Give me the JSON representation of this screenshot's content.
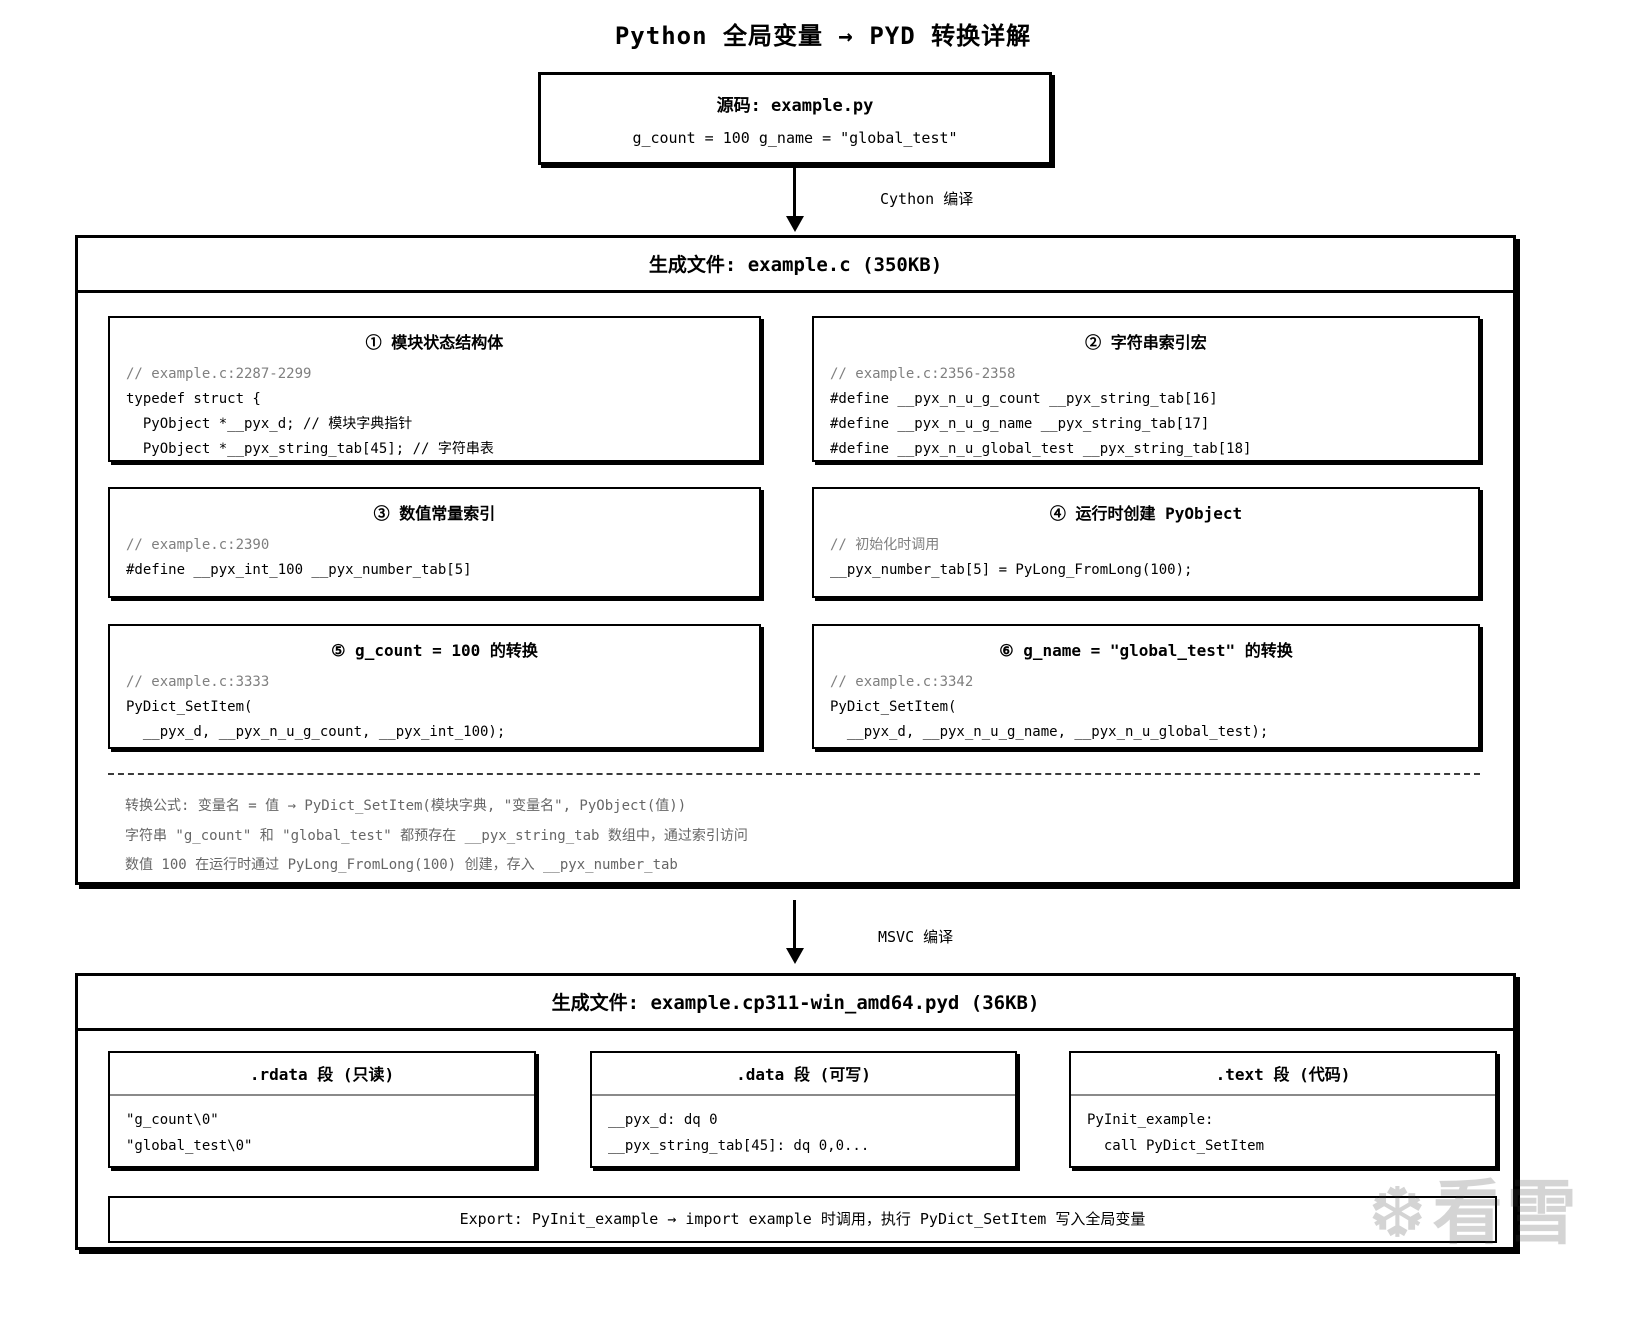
{
  "title": "Python 全局变量 → PYD 转换详解",
  "source_box": {
    "title": "源码: example.py",
    "code": "g_count = 100 g_name = \"global_test\""
  },
  "arrows": {
    "cython_label": "Cython 编译",
    "msvc_label": "MSVC 编译"
  },
  "c_file": {
    "title": "生成文件: example.c (350KB)",
    "panels": [
      {
        "title": "① 模块状态结构体",
        "lines": [
          {
            "type": "comment",
            "text": "// example.c:2287-2299"
          },
          {
            "type": "code",
            "text": "typedef struct {"
          },
          {
            "type": "code",
            "text": "  PyObject *__pyx_d; // 模块字典指针"
          },
          {
            "type": "code",
            "text": "  PyObject *__pyx_string_tab[45]; // 字符串表"
          }
        ]
      },
      {
        "title": "② 字符串索引宏",
        "lines": [
          {
            "type": "comment",
            "text": "// example.c:2356-2358"
          },
          {
            "type": "code",
            "text": "#define __pyx_n_u_g_count __pyx_string_tab[16]"
          },
          {
            "type": "code",
            "text": "#define __pyx_n_u_g_name __pyx_string_tab[17]"
          },
          {
            "type": "code",
            "text": "#define __pyx_n_u_global_test __pyx_string_tab[18]"
          }
        ]
      },
      {
        "title": "③ 数值常量索引",
        "lines": [
          {
            "type": "comment",
            "text": "// example.c:2390"
          },
          {
            "type": "code",
            "text": "#define __pyx_int_100 __pyx_number_tab[5]"
          }
        ]
      },
      {
        "title": "④ 运行时创建 PyObject",
        "lines": [
          {
            "type": "comment",
            "text": "// 初始化时调用"
          },
          {
            "type": "code",
            "text": "__pyx_number_tab[5] = PyLong_FromLong(100);"
          }
        ]
      },
      {
        "title": "⑤ g_count = 100 的转换",
        "lines": [
          {
            "type": "comment",
            "text": "// example.c:3333"
          },
          {
            "type": "code",
            "text": "PyDict_SetItem("
          },
          {
            "type": "code",
            "text": "  __pyx_d, __pyx_n_u_g_count, __pyx_int_100);"
          }
        ]
      },
      {
        "title": "⑥ g_name = \"global_test\" 的转换",
        "lines": [
          {
            "type": "comment",
            "text": "// example.c:3342"
          },
          {
            "type": "code",
            "text": "PyDict_SetItem("
          },
          {
            "type": "code",
            "text": "  __pyx_d, __pyx_n_u_g_name, __pyx_n_u_global_test);"
          }
        ]
      }
    ],
    "notes": [
      "转换公式: 变量名 = 值 → PyDict_SetItem(模块字典, \"变量名\", PyObject(值))",
      "字符串 \"g_count\" 和 \"global_test\" 都预存在 __pyx_string_tab 数组中，通过索引访问",
      "数值 100 在运行时通过 PyLong_FromLong(100) 创建，存入 __pyx_number_tab"
    ]
  },
  "pyd_file": {
    "title": "生成文件: example.cp311-win_amd64.pyd (36KB)",
    "sections": [
      {
        "title": ".rdata 段 (只读)",
        "lines": [
          "\"g_count\\0\"",
          "\"global_test\\0\""
        ]
      },
      {
        "title": ".data 段 (可写)",
        "lines": [
          "__pyx_d: dq 0",
          "__pyx_string_tab[45]: dq 0,0..."
        ]
      },
      {
        "title": ".text 段 (代码)",
        "lines": [
          "PyInit_example:",
          "  call PyDict_SetItem"
        ]
      }
    ],
    "export_note": "Export: PyInit_example → import example 时调用，执行 PyDict_SetItem 写入全局变量"
  },
  "watermark": {
    "icon": "❆",
    "text": "看雪"
  }
}
